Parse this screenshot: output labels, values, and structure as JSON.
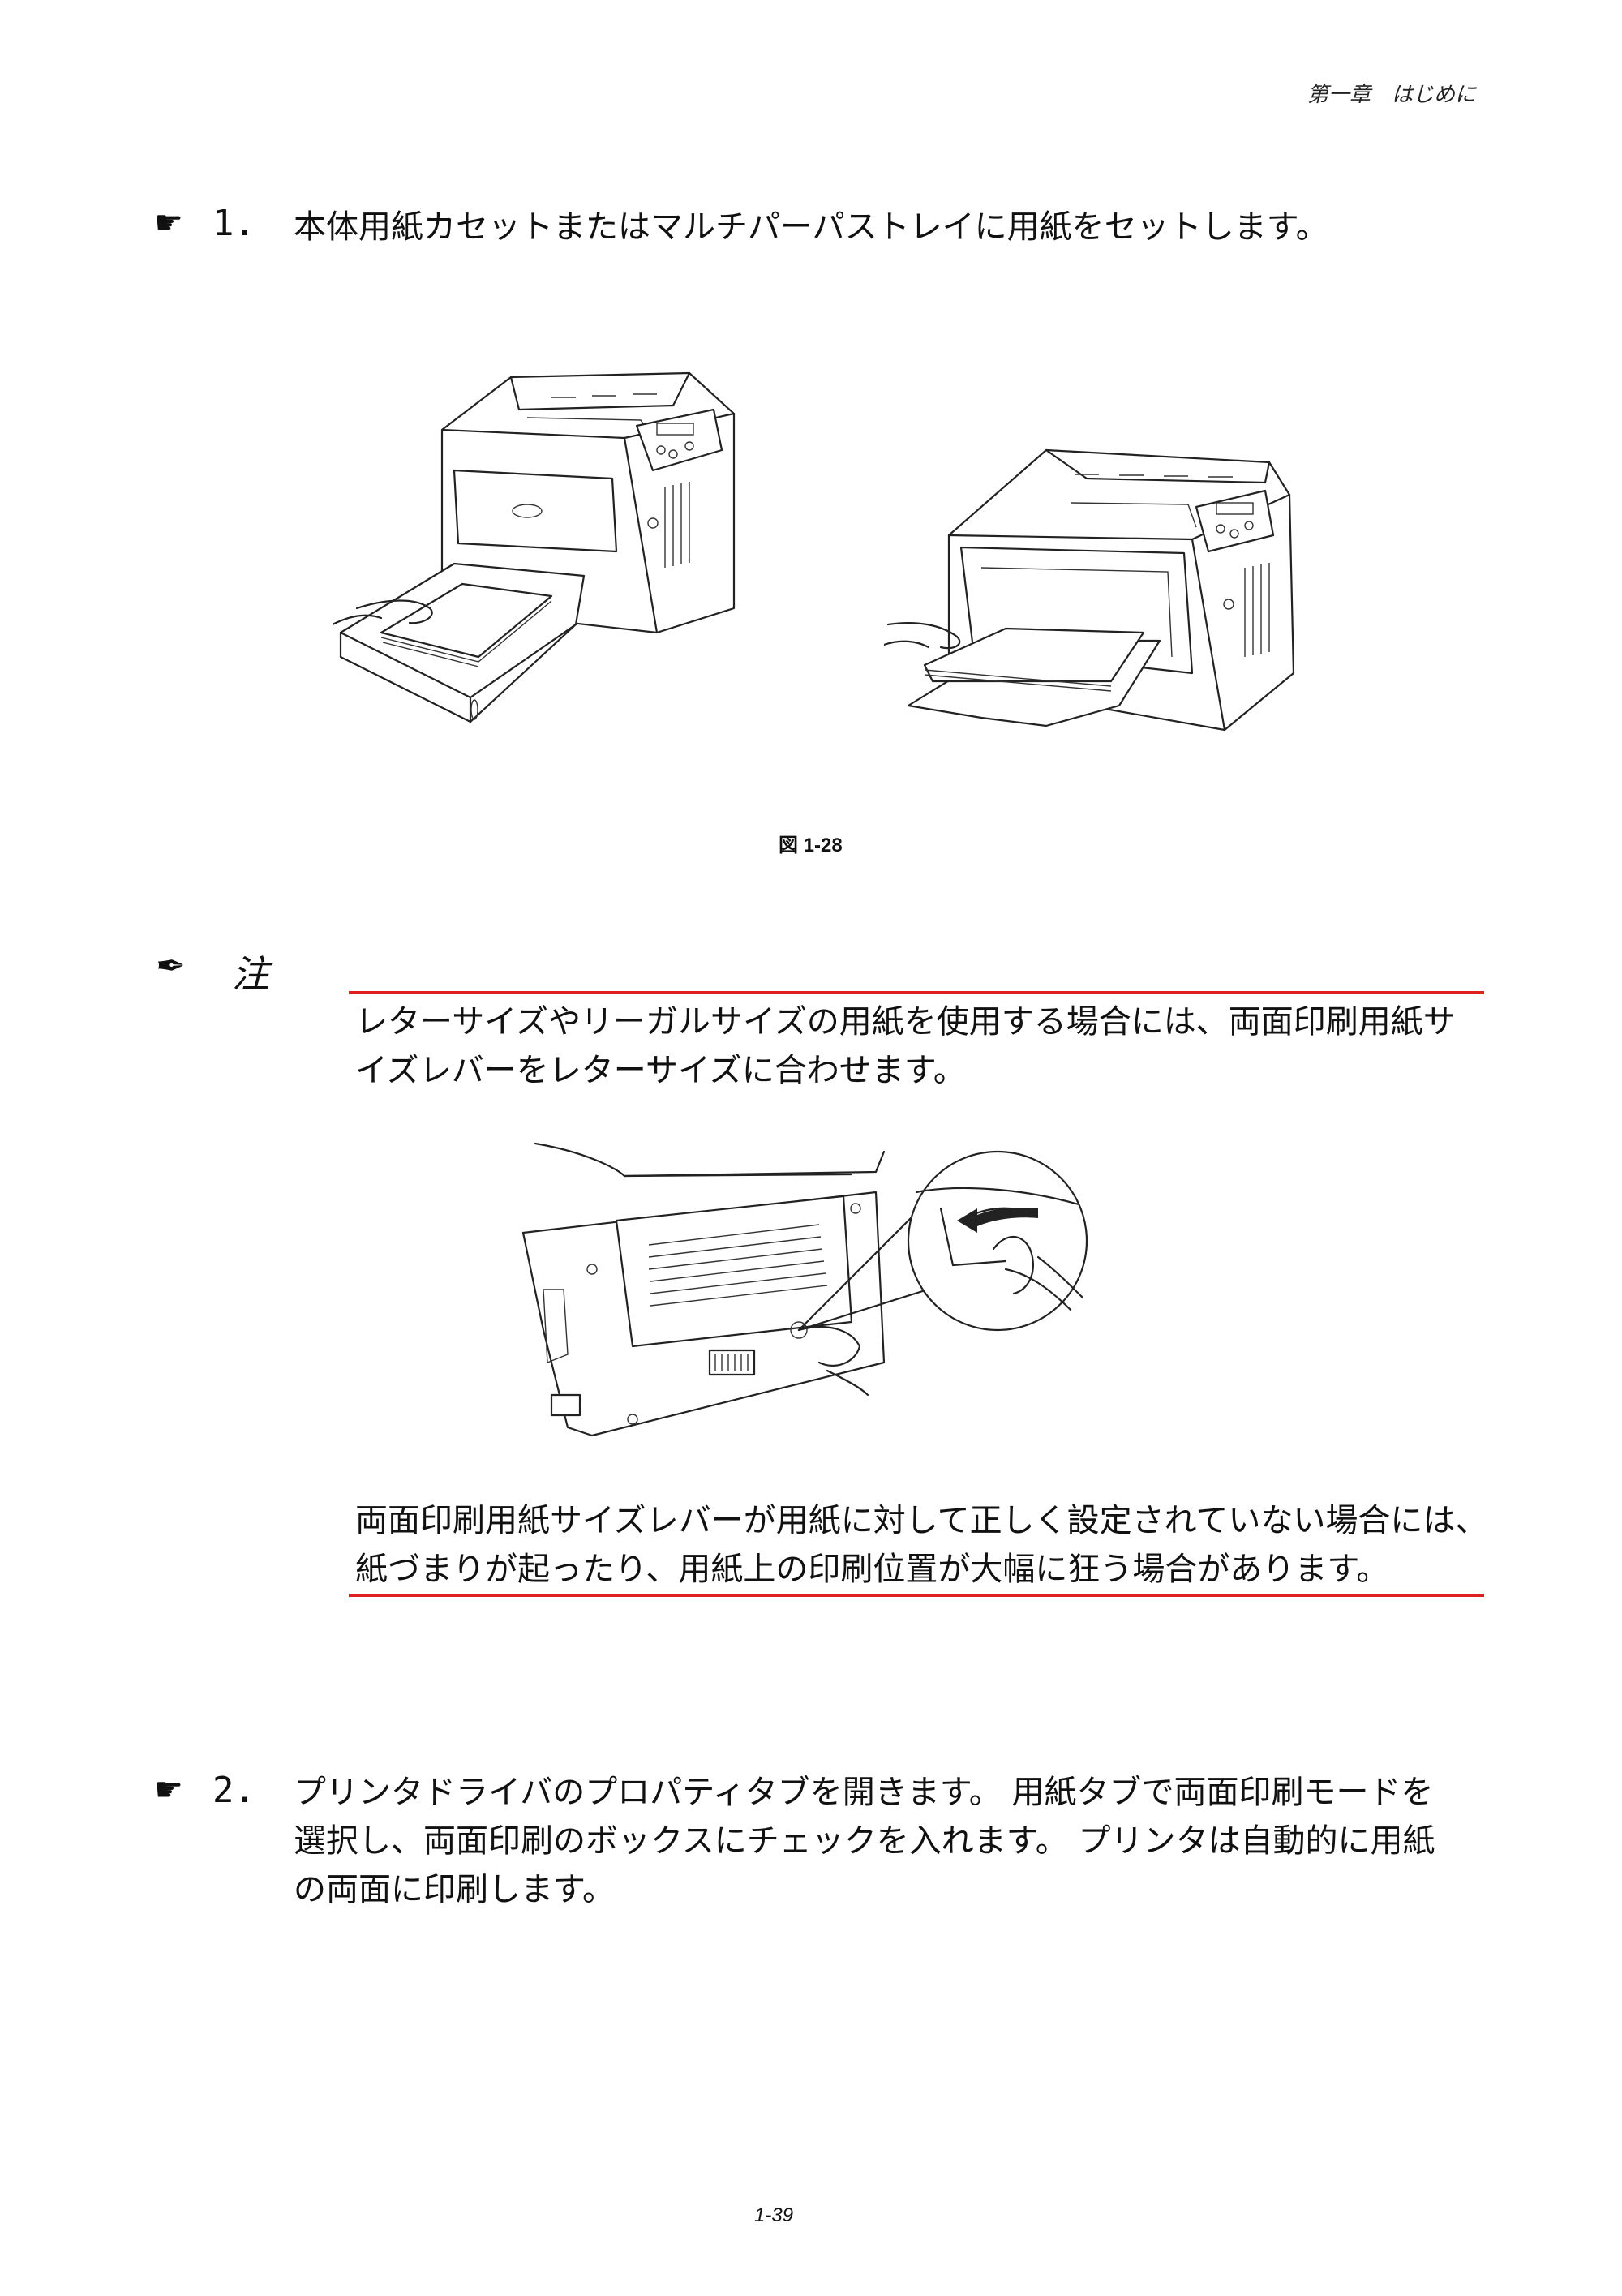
{
  "header": {
    "chapter": "第一章　はじめに"
  },
  "step1": {
    "number": "1.",
    "icon": "pointing-hand-icon",
    "text": "本体用紙カセットまたはマルチパーパストレイに用紙をセットします。"
  },
  "figure": {
    "caption": "図 1-28",
    "images": [
      "printer-paper-cassette-illustration",
      "printer-multipurpose-tray-illustration"
    ]
  },
  "note": {
    "icon": "pen-icon",
    "label": "注",
    "text_line1": "レターサイズやリーガルサイズの用紙を使用する場合には、両面印刷用紙サ",
    "text_line2": "イズレバーをレターサイズに合わせます。",
    "image": "duplex-lever-illustration",
    "warn_line1": "両面印刷用紙サイズレバーが用紙に対して正しく設定されていない場合には、",
    "warn_line2": "紙づまりが起ったり、用紙上の印刷位置が大幅に狂う場合があります。",
    "rule_color": "#e02020"
  },
  "step2": {
    "number": "2.",
    "icon": "pointing-hand-icon",
    "line1": "プリンタドライバのプロパティタブを開きます。 用紙タブで両面印刷モードを",
    "line2": "選択し、両面印刷のボックスにチェックを入れます。 プリンタは自動的に用紙",
    "line3": "の両面に印刷します。"
  },
  "footer": {
    "page_number": "1-39"
  }
}
